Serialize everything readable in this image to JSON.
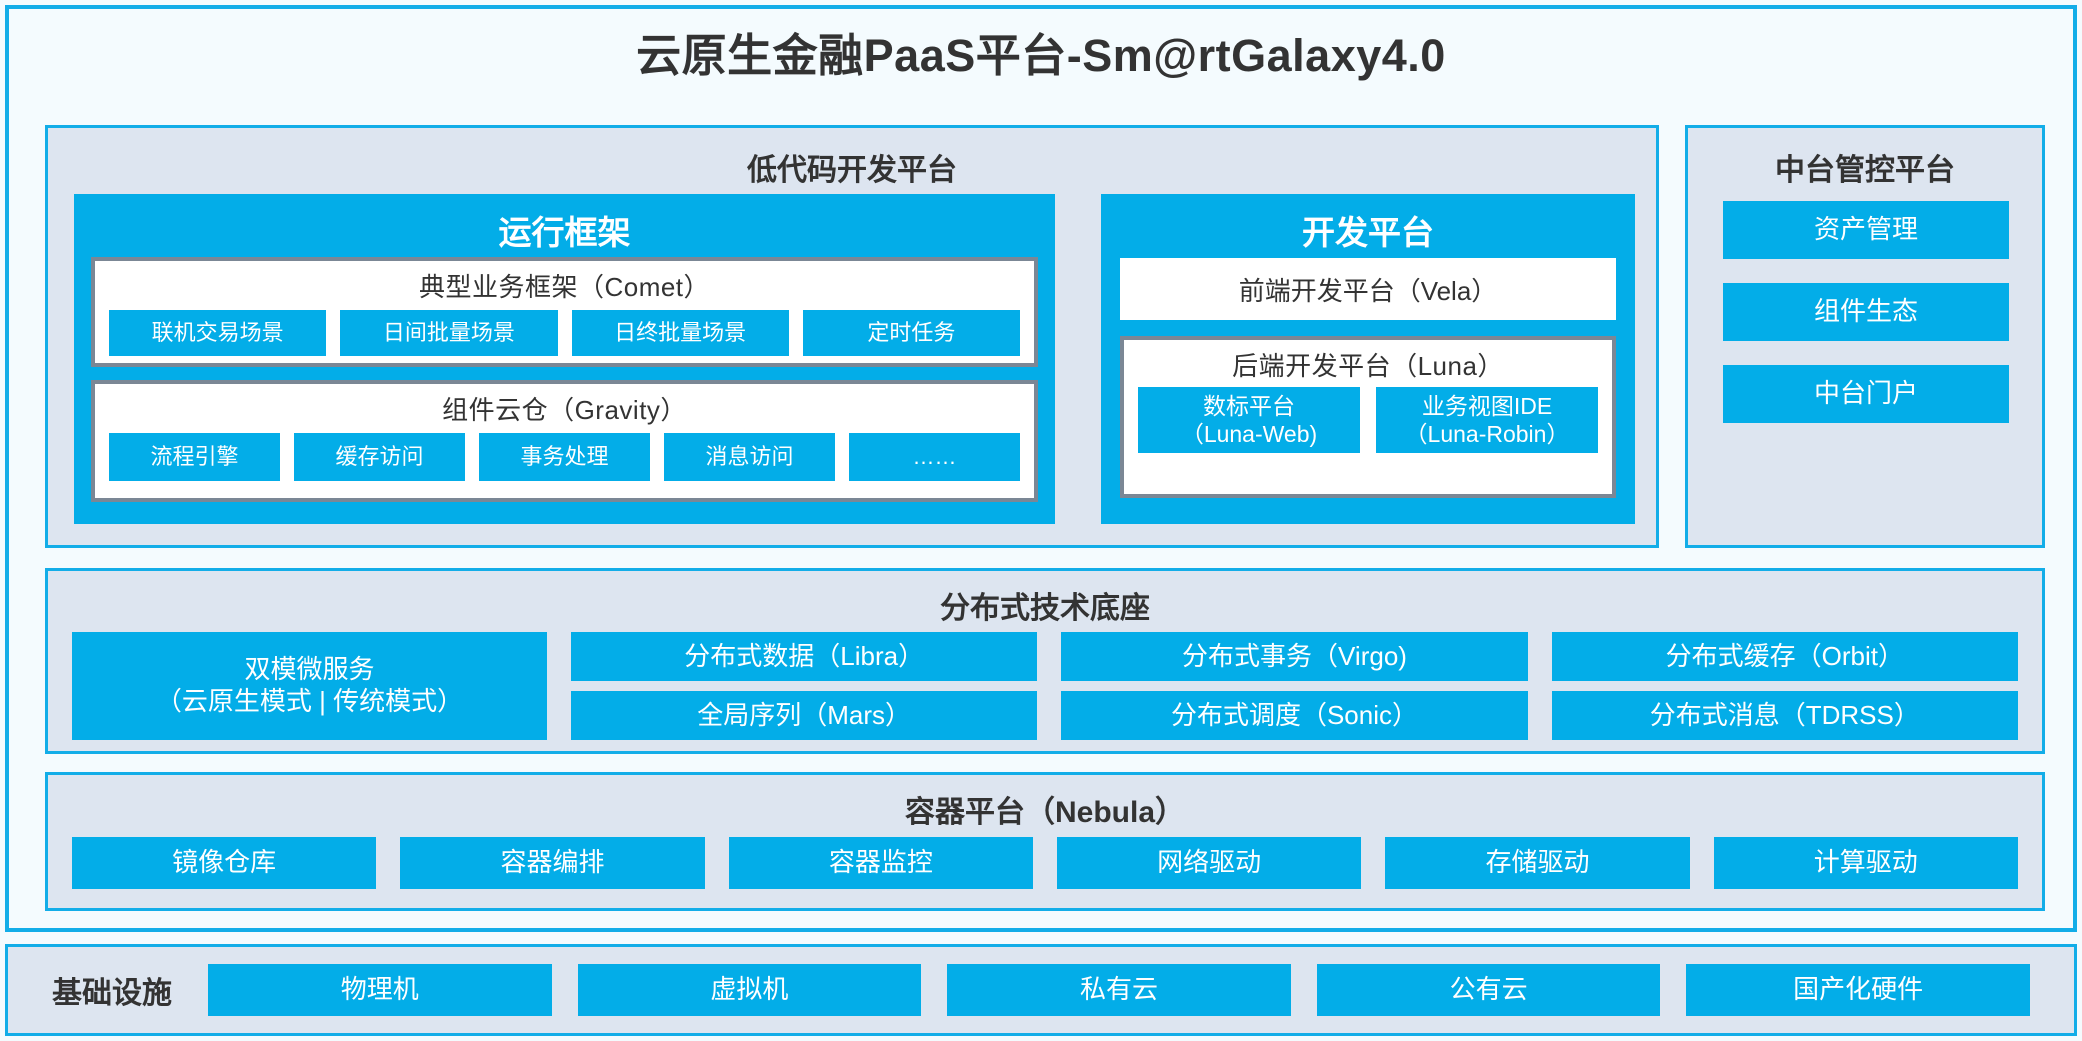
{
  "title": "云原生金融PaaS平台-Sm@rtGalaxy4.0",
  "colors": {
    "accent": "#03ade8",
    "panel_bg": "#dde5f0",
    "page_bg": "#f4fbfe",
    "frame_border": "#12ade8",
    "box_border": "#7b8795",
    "text": "#333333",
    "on_accent": "#ffffff"
  },
  "lowcode": {
    "title": "低代码开发平台",
    "runtime": {
      "title": "运行框架",
      "comet": {
        "title": "典型业务框架（Comet）",
        "items": [
          "联机交易场景",
          "日间批量场景",
          "日终批量场景",
          "定时任务"
        ]
      },
      "gravity": {
        "title": "组件云仓（Gravity）",
        "items": [
          "流程引擎",
          "缓存访问",
          "事务处理",
          "消息访问",
          "……"
        ]
      }
    },
    "dev": {
      "title": "开发平台",
      "frontend": "前端开发平台（Vela）",
      "backend": {
        "title": "后端开发平台（Luna）",
        "items": [
          "数标平台\n（Luna-Web)",
          "业务视图IDE\n（Luna-Robin）"
        ]
      }
    }
  },
  "midoffice": {
    "title": "中台管控平台",
    "items": [
      "资产管理",
      "组件生态",
      "中台门户"
    ]
  },
  "distributed": {
    "title": "分布式技术底座",
    "microservice": "双模微服务\n（云原生模式 | 传统模式）",
    "columns": [
      [
        "分布式数据（Libra）",
        "全局序列（Mars）"
      ],
      [
        "分布式事务（Virgo)",
        "分布式调度（Sonic）"
      ],
      [
        "分布式缓存（Orbit）",
        "分布式消息（TDRSS）"
      ]
    ]
  },
  "container": {
    "title": "容器平台（Nebula）",
    "items": [
      "镜像仓库",
      "容器编排",
      "容器监控",
      "网络驱动",
      "存储驱动",
      "计算驱动"
    ]
  },
  "infrastructure": {
    "label": "基础设施",
    "items": [
      "物理机",
      "虚拟机",
      "私有云",
      "公有云",
      "国产化硬件"
    ]
  }
}
